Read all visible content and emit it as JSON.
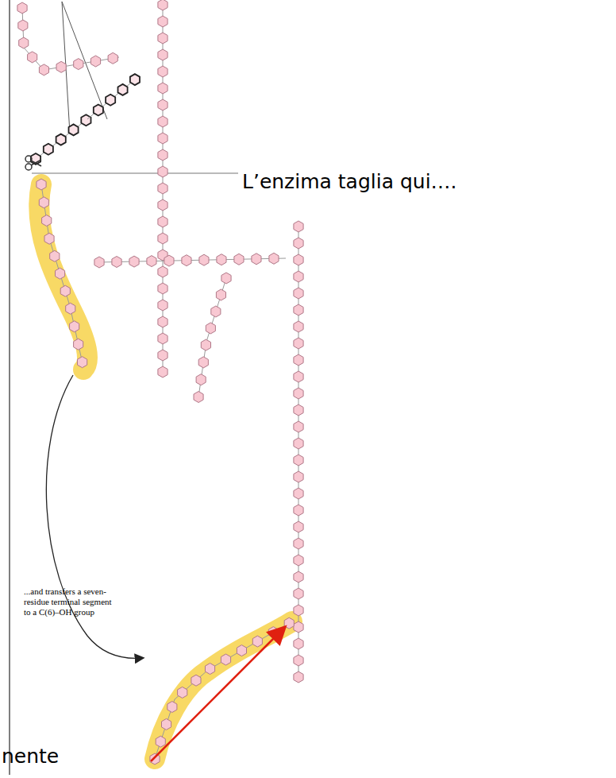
{
  "diagram": {
    "labels": [
      "L’enzima taglia qui….",
      "...and transfers a seven-residue terminal segment to a C(6)–OH group",
      "nente"
    ]
  }
}
